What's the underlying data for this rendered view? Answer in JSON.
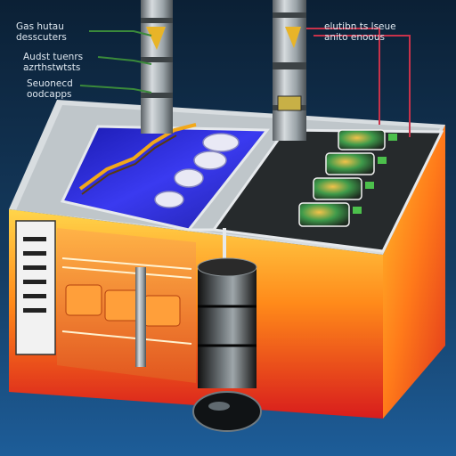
{
  "labels": {
    "left": [
      {
        "line1": "Gas hutau",
        "line2": "desscuters"
      },
      {
        "line1": "Audst tuenrs",
        "line2": "azrthstwtsts"
      },
      {
        "line1": "Seuonecd",
        "line2": "oodcapps"
      }
    ],
    "right": [
      {
        "line1": "elutibn ts lseue",
        "line2": "anito enoous"
      }
    ]
  },
  "colors": {
    "background_top": "#0b2035",
    "background_bottom": "#1d5d99",
    "callout_left": "#3a8a3a",
    "callout_right": "#c8324a",
    "pipe": "#9aa3a8",
    "hot_gradient_top": "#ffd54a",
    "hot_gradient_bottom": "#d81c1c",
    "left_tray": "#2b2bd6",
    "right_tray": "#262a2c"
  }
}
